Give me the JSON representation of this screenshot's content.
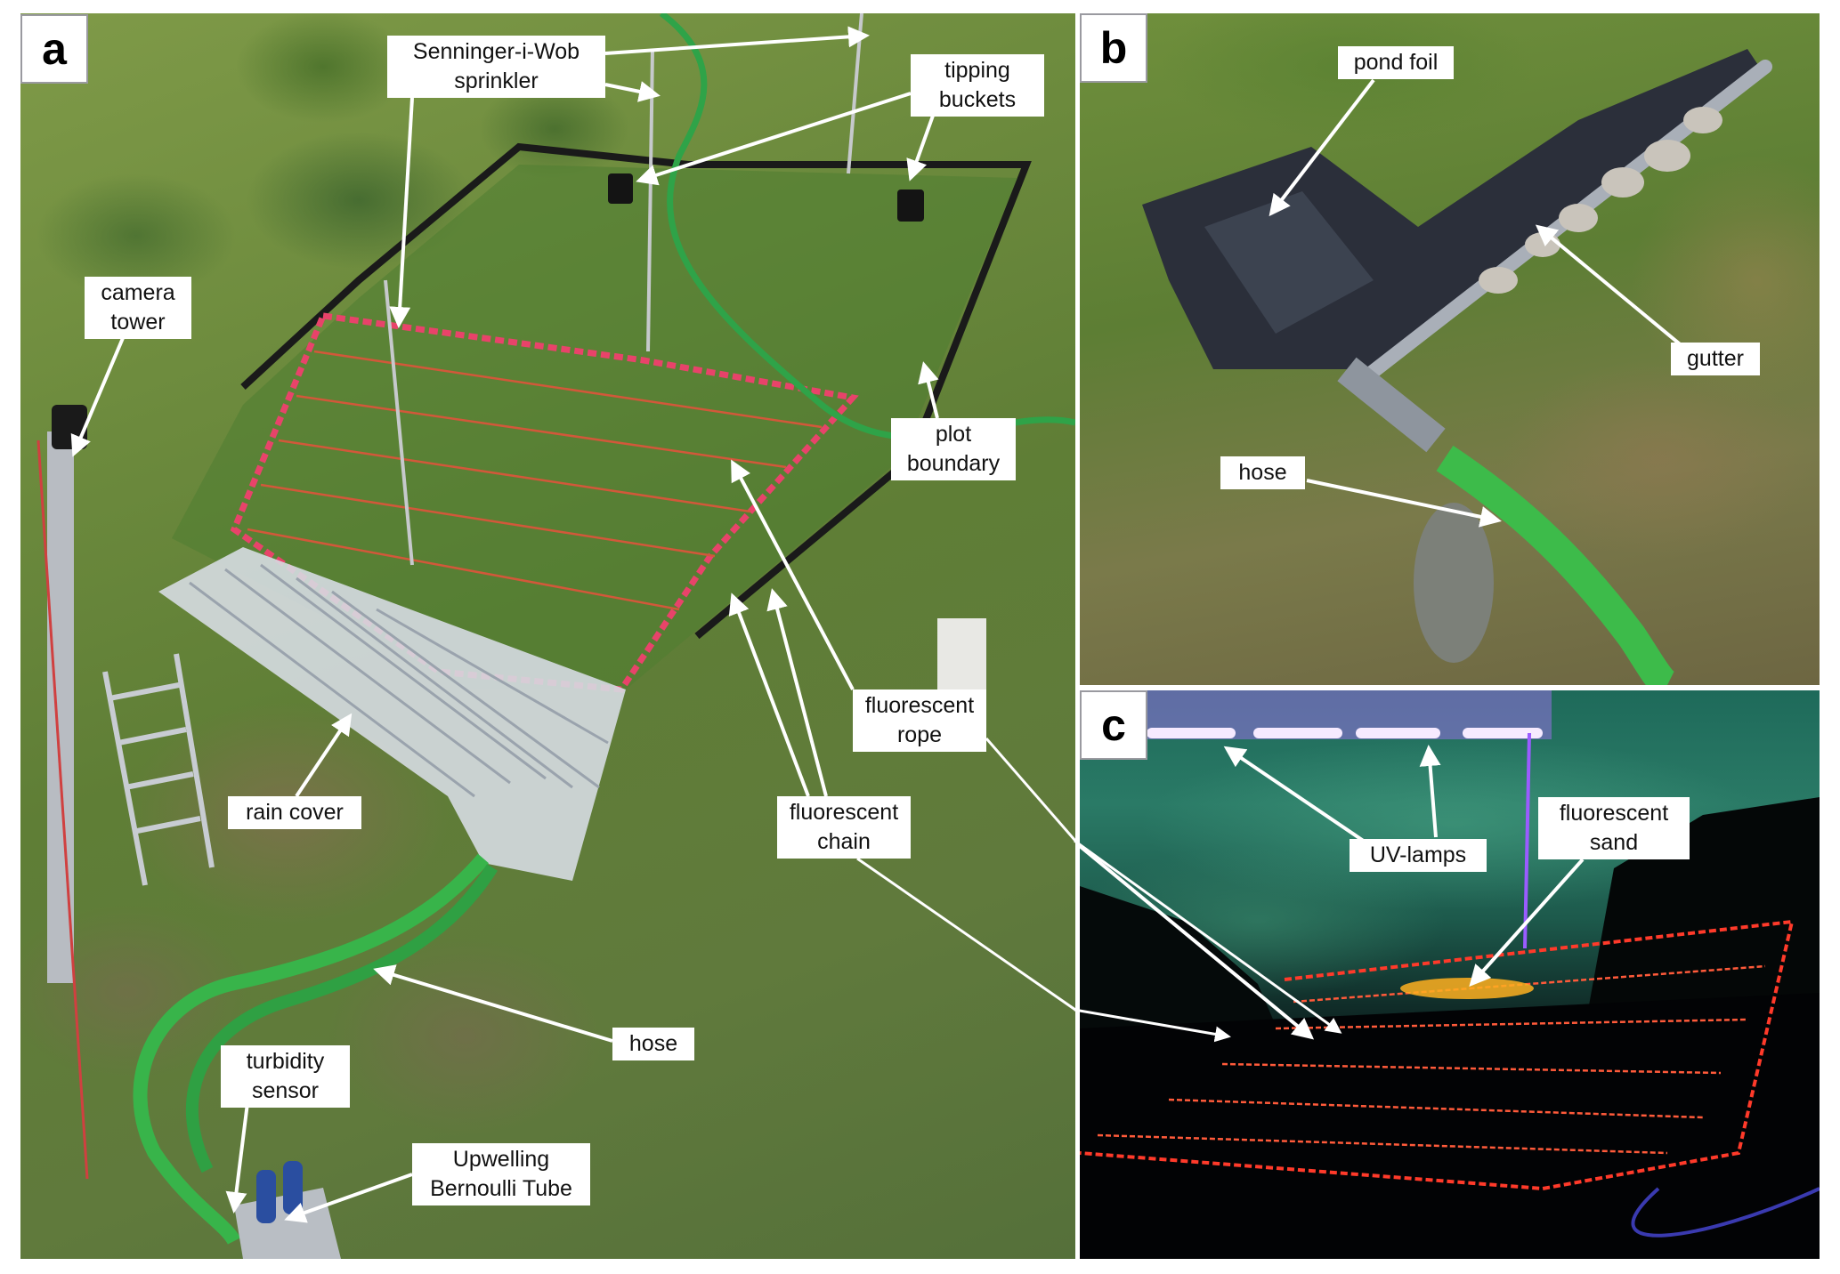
{
  "figure": {
    "panels": [
      {
        "id": "a",
        "letter": "a",
        "description_labels": [
          {
            "key": "sprinkler",
            "text": "Senninger-i-Wob\nsprinkler"
          },
          {
            "key": "tipping",
            "text": "tipping\nbuckets"
          },
          {
            "key": "camera",
            "text": "camera\ntower"
          },
          {
            "key": "plot",
            "text": "plot\nboundary"
          },
          {
            "key": "rope",
            "text": "fluorescent\nrope"
          },
          {
            "key": "chain",
            "text": "fluorescent\nchain"
          },
          {
            "key": "rain",
            "text": "rain cover"
          },
          {
            "key": "hose",
            "text": "hose"
          },
          {
            "key": "turbidity",
            "text": "turbidity\nsensor"
          },
          {
            "key": "bernoulli",
            "text": "Upwelling\nBernoulli Tube"
          }
        ]
      },
      {
        "id": "b",
        "letter": "b",
        "description_labels": [
          {
            "key": "foil",
            "text": "pond foil"
          },
          {
            "key": "gutter",
            "text": "gutter"
          },
          {
            "key": "hose",
            "text": "hose"
          }
        ]
      },
      {
        "id": "c",
        "letter": "c",
        "description_labels": [
          {
            "key": "uv",
            "text": "UV-lamps"
          },
          {
            "key": "sand",
            "text": "fluorescent\nsand"
          }
        ]
      }
    ]
  },
  "colors": {
    "label_background": "#ffffff",
    "arrow": "#ffffff",
    "hose_green": "#3dbb4a",
    "uv_purple": "#b070ff",
    "fluorescent_red": "#ff3a2a",
    "pond_foil": "#2b2f3a"
  }
}
